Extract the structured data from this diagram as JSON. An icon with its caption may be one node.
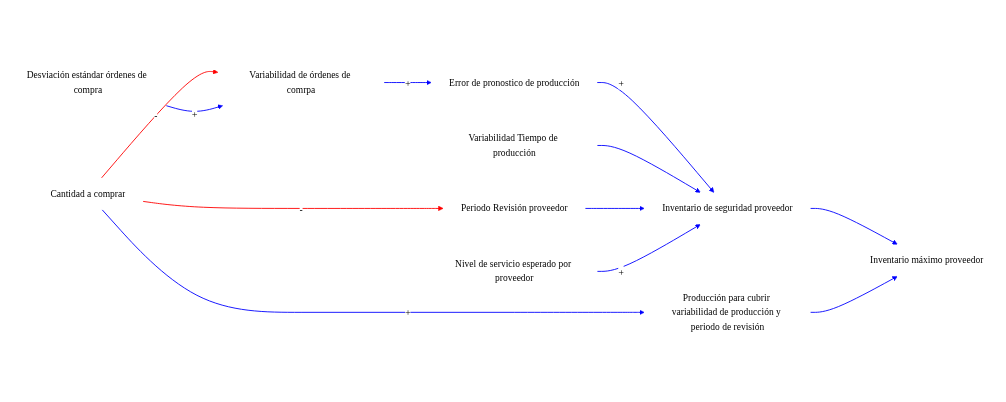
{
  "diagram": {
    "nodes": [
      {
        "text": [
          "Producción para cubrir variabilidad de producción y periodo de revisión"
        ]
      },
      {
        "text": [
          "Desviación estándar órdenes de compra"
        ]
      },
      {
        "text": [
          "Variabilidad Tiempo de producción"
        ]
      },
      {
        "text": [
          "Periodo Revisión proveedor"
        ]
      },
      {
        "text": [
          "Variabilidad de órdenes de comrpa"
        ]
      },
      {
        "text": [
          "Error de pronostico de producción"
        ]
      },
      {
        "text": [
          "Inventario de seguridad proveedor"
        ]
      },
      {
        "text": [
          "Inventario máximo proveedor"
        ]
      },
      {
        "text": [
          "Cantidad a comprar"
        ]
      },
      {
        "text": [
          "Nivel de servicio esperado por proveedor"
        ]
      }
    ],
    "edges": [
      {
        "from": 8,
        "to": 0,
        "arrow": "to",
        "label": "+"
      },
      {
        "from": 8,
        "to": 3,
        "arrow": "to",
        "label": "-",
        "color": "#ff0000"
      },
      {
        "from": 8,
        "to": 4,
        "arrow": "to",
        "label": "-",
        "color": "#ff0000"
      },
      {
        "from": 1,
        "to": 4,
        "arrow": "to",
        "label": "+"
      },
      {
        "from": 4,
        "to": 5,
        "arrow": "to",
        "label": "+"
      },
      {
        "from": 5,
        "to": 6,
        "arrow": "to",
        "label": "+"
      },
      {
        "from": 2,
        "to": 6,
        "arrow": "to"
      },
      {
        "from": 3,
        "to": 6,
        "arrow": "to"
      },
      {
        "from": 9,
        "to": 6,
        "arrow": "to",
        "label": "+"
      },
      {
        "from": 6,
        "to": 7,
        "arrow": "to"
      },
      {
        "from": 0,
        "to": 7,
        "arrow": "to"
      }
    ]
  }
}
